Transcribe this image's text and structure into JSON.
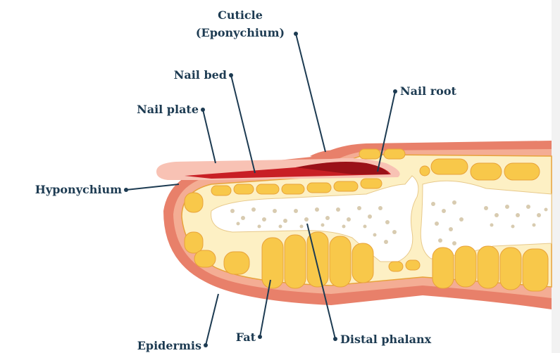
{
  "labels": {
    "cuticle_line1": "Cuticle",
    "cuticle_line2": "(Eponychium)",
    "nail_bed": "Nail bed",
    "nail_plate": "Nail plate",
    "nail_root": "Nail root",
    "hyponychium": "Hyponychium",
    "epidermis": "Epidermis",
    "fat": "Fat",
    "distal_phalanx": "Distal phalanx"
  },
  "colors": {
    "label_text": "#1d3b52",
    "epidermis_outer": "#e8806a",
    "epidermis_inner": "#f4ad94",
    "fat_fill": "#f8c84a",
    "fat_outline": "#e8a23a",
    "fat_background": "#fdf0c4",
    "bone_fill": "#ffffff",
    "bone_dots": "#d8cbb0",
    "nail_plate": "#f8c2b4",
    "nail_bed": "#c81f25",
    "nail_root": "#9a1118",
    "side_panel": "#f2f2f2"
  }
}
